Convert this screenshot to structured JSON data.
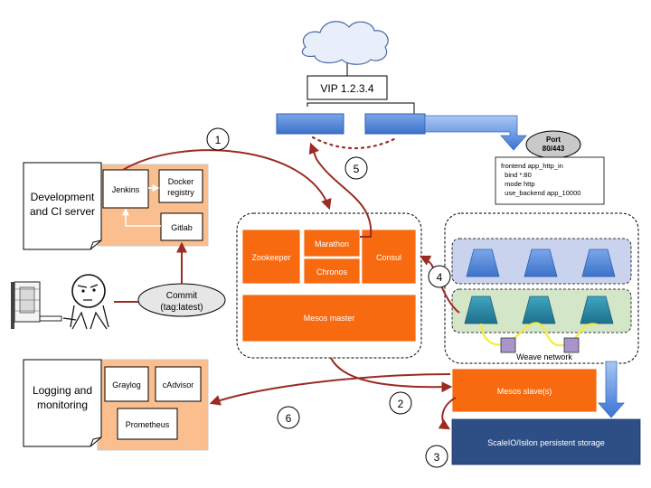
{
  "vip": {
    "label": "VIP 1.2.3.4"
  },
  "port": {
    "line1": "Port",
    "line2": "80/443"
  },
  "haproxy_config": {
    "lines": [
      "frontend app_http_in",
      "  bind *:80",
      "  mode http",
      "  use_backend app_10000"
    ]
  },
  "dev_ci": {
    "title_line1": "Development",
    "title_line2": "and CI server",
    "jenkins": "Jenkins",
    "docker_registry_line1": "Docker",
    "docker_registry_line2": "registry",
    "gitlab": "Gitlab"
  },
  "commit": {
    "line1": "Commit",
    "line2": "(tag:latest)"
  },
  "master": {
    "zookeeper": "Zookeeper",
    "marathon": "Marathon",
    "chronos": "Chronos",
    "consul": "Consul",
    "mesos_master": "Mesos master"
  },
  "weave": {
    "label": "Weave network"
  },
  "logging": {
    "title_line1": "Logging and",
    "title_line2": "monitoring",
    "graylog": "Graylog",
    "cadvisor": "cAdvisor",
    "prometheus": "Prometheus"
  },
  "mesos_slave": {
    "label": "Mesos slave(s)"
  },
  "storage": {
    "label": "ScaleIO/Isilon persistent storage"
  },
  "steps": [
    "1",
    "2",
    "3",
    "4",
    "5",
    "6"
  ],
  "colors": {
    "orange": "#f76a0f",
    "peach": "#fbbf8f",
    "dark_red": "#9b2b23",
    "navy": "#2e4f86",
    "blue": "#4a82d8",
    "teal": "#2a8aa6",
    "green_panel": "#d3e6c8",
    "lavender_panel": "#c9d3ee",
    "purple_node": "#a895c9",
    "yellow_wire": "#f2ec3b"
  }
}
